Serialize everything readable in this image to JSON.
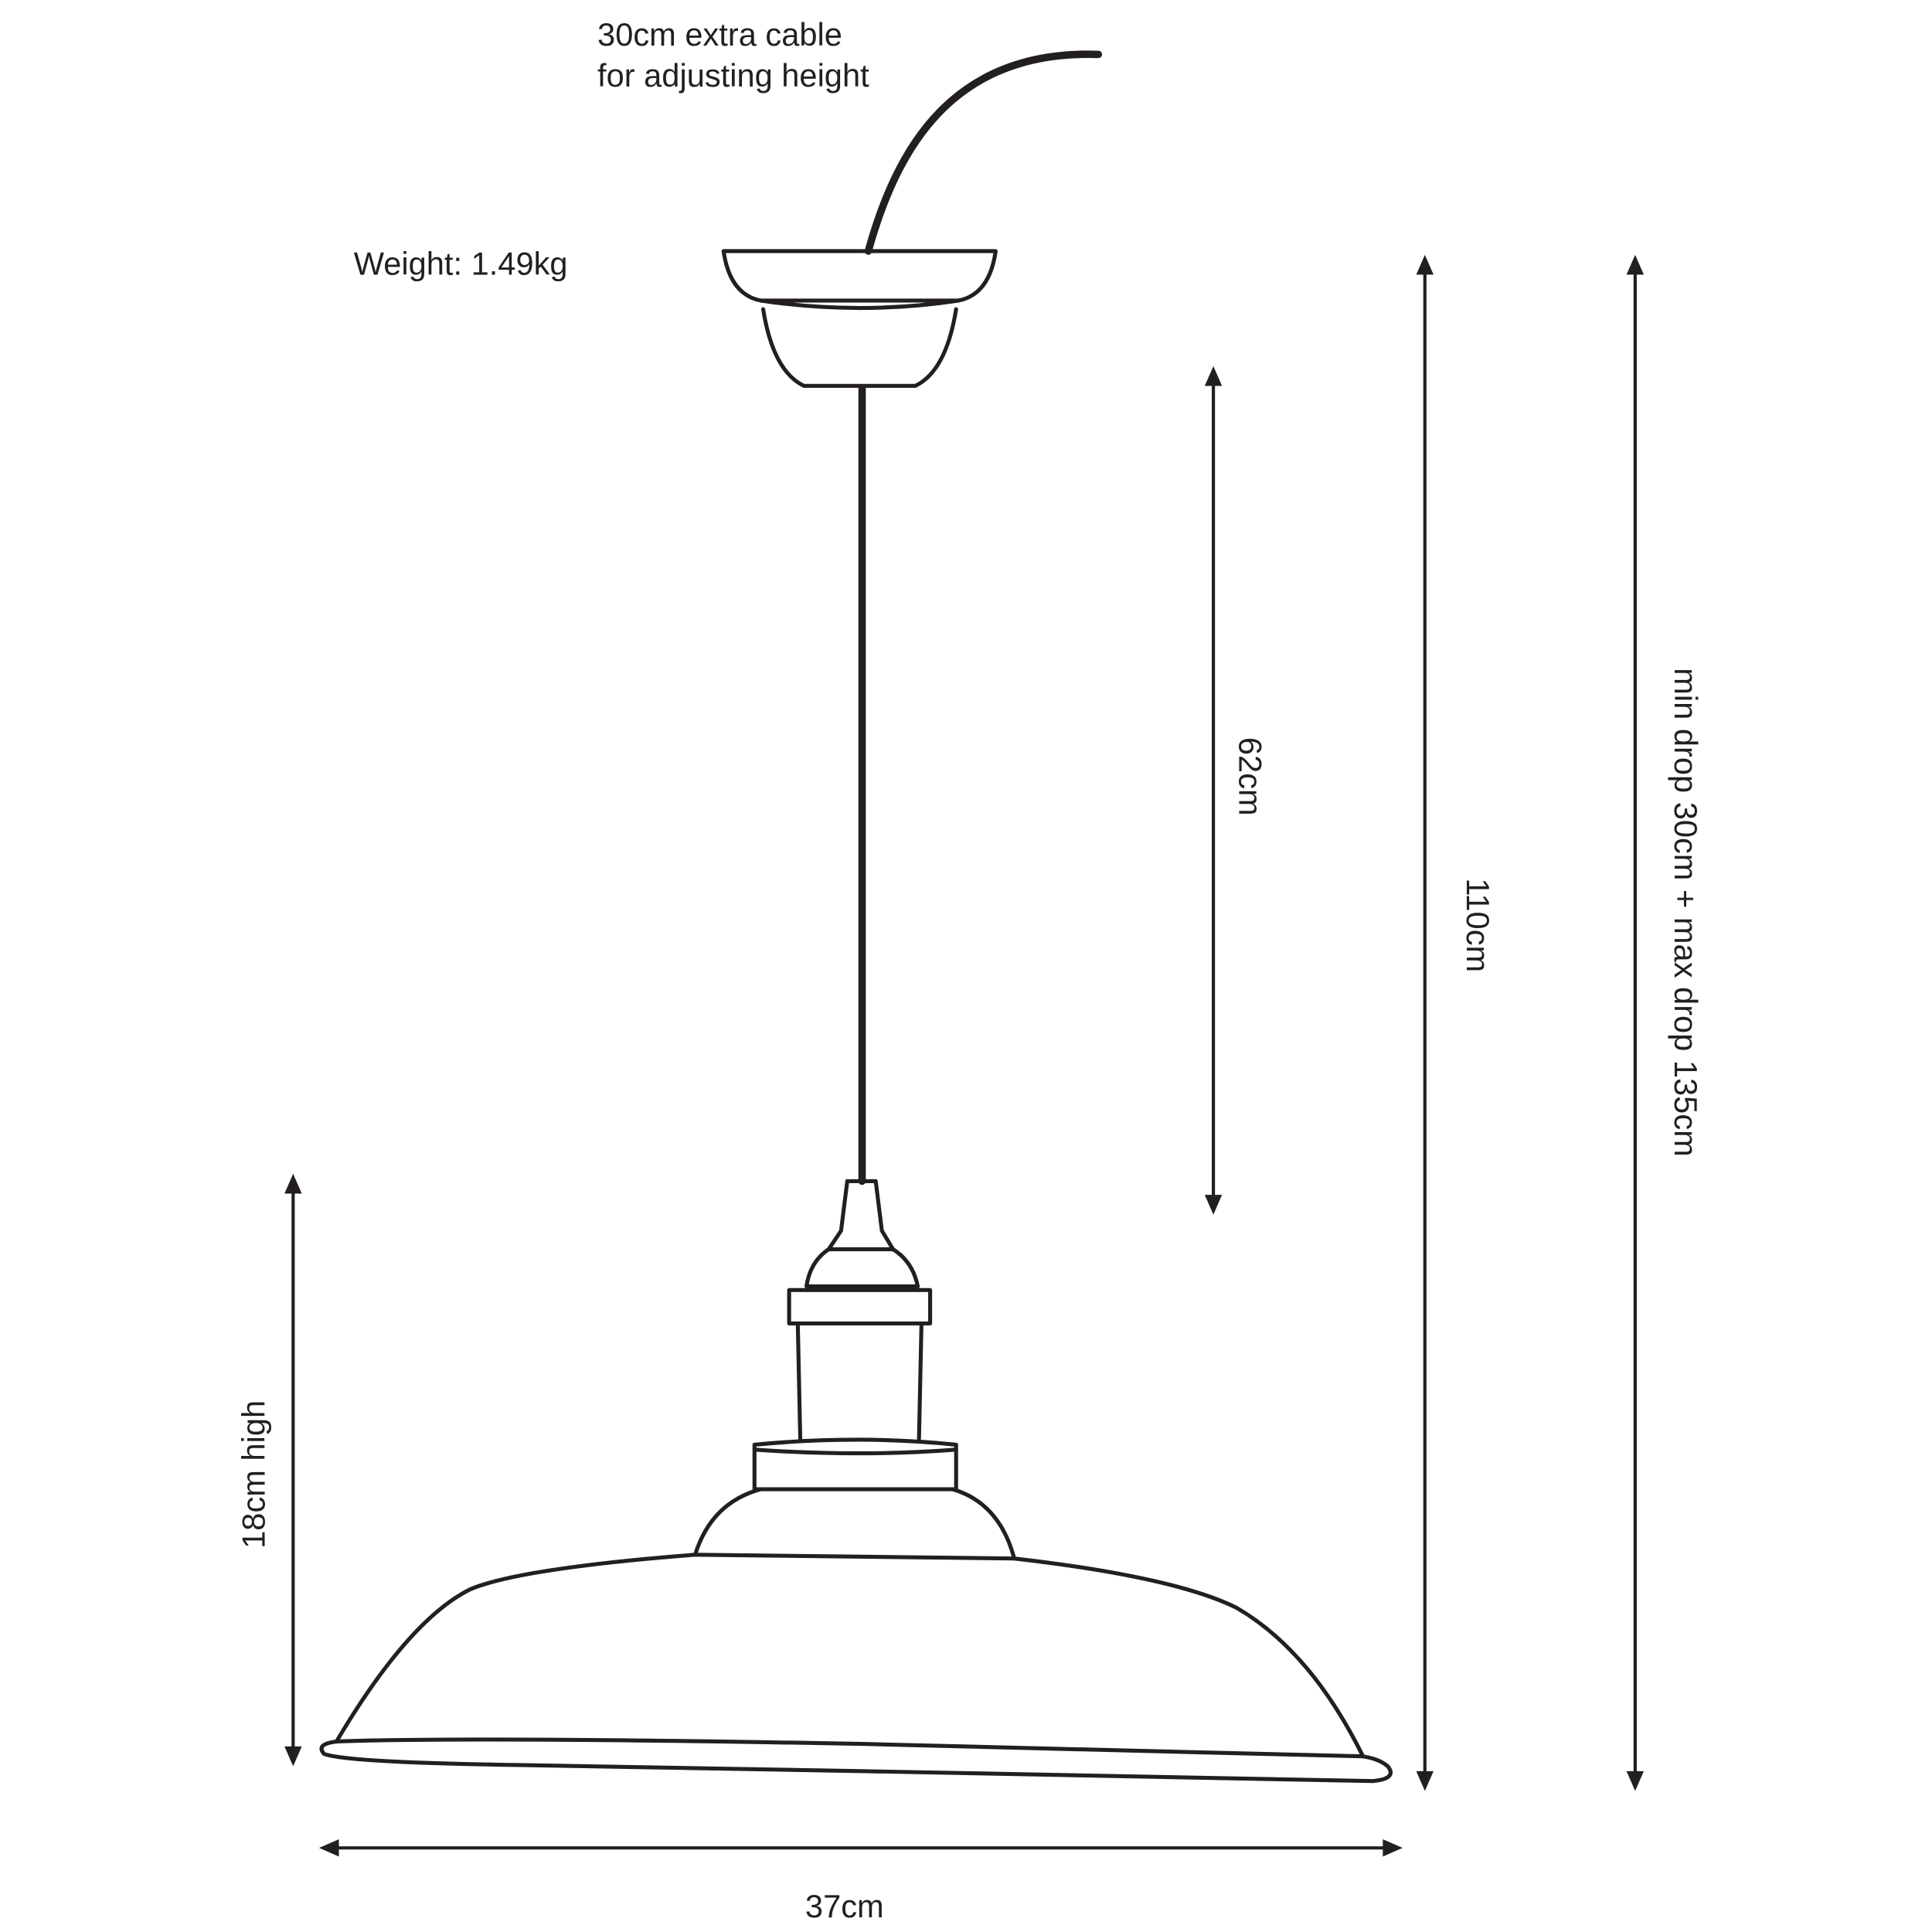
{
  "labels": {
    "cable_note_line1": "30cm extra cable",
    "cable_note_line2": "for adjusting height",
    "weight": "Weight: 1.49kg",
    "cable_length": "62cm",
    "total_height": "110cm",
    "drop_range": "min drop 30cm + max drop 135cm",
    "shade_height": "18cm high",
    "shade_width": "37cm"
  },
  "colors": {
    "line": "#231f20",
    "background": "#ffffff"
  }
}
